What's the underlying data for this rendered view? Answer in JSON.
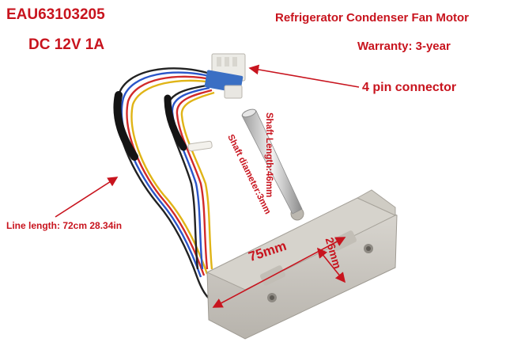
{
  "labels": {
    "part_number": "EAU63103205",
    "rating": "DC 12V 1A",
    "product_name": "Refrigerator Condenser Fan Motor",
    "warranty": "Warranty: 3-year",
    "connector": "4 pin connector",
    "line_length": "Line length: 72cm 28.34in",
    "shaft_length": "Shaft Length:46mm",
    "shaft_diameter": "Shaft diameter:3mm",
    "width": "75mm",
    "depth": "26mm"
  },
  "colors": {
    "annotation": "#c8141e",
    "housing": "#c9c6bf",
    "connector": "#e9e7e2",
    "connector_latch": "#3a6fc4"
  }
}
